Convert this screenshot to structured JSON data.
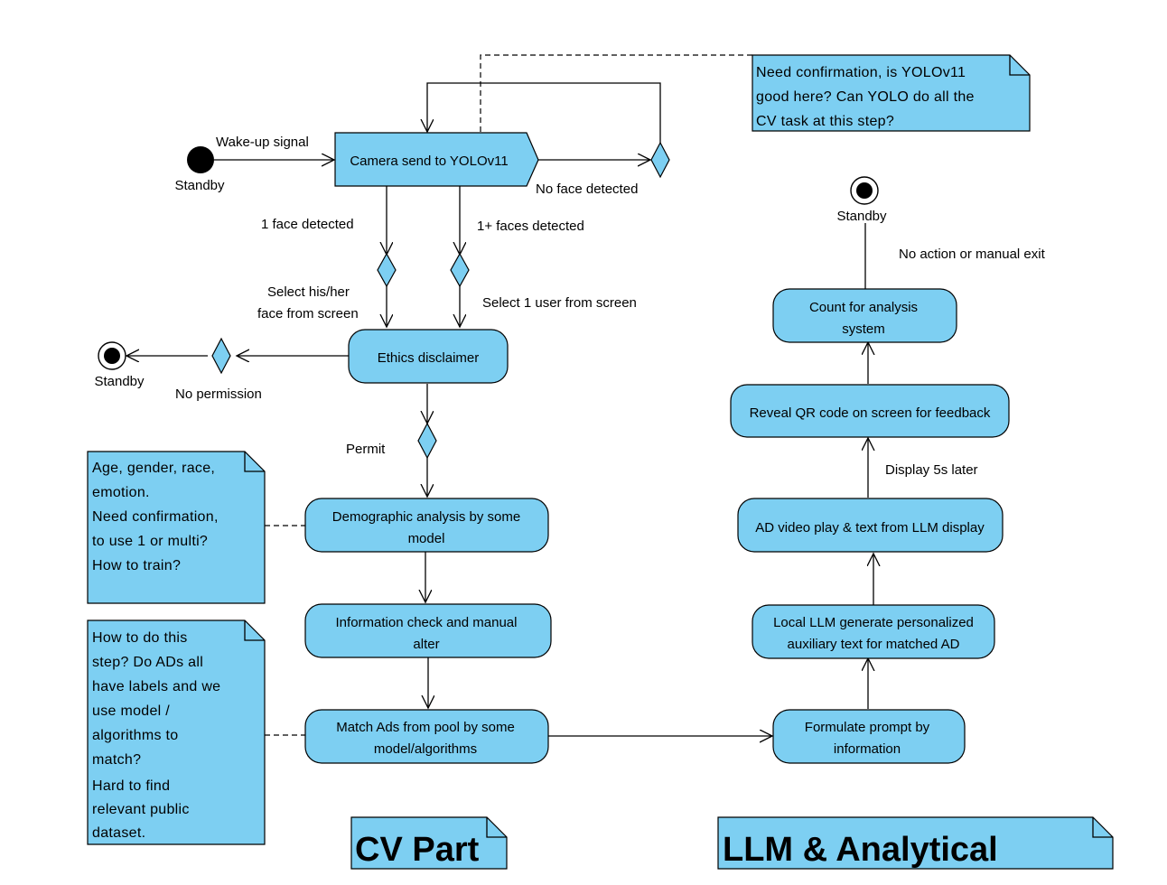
{
  "nodes": {
    "camera": "Camera send to YOLOv11",
    "ethics": "Ethics disclaimer",
    "demographic": [
      "Demographic analysis by some",
      "model"
    ],
    "info_check": [
      "Information check and manual",
      "alter"
    ],
    "match_ads": [
      "Match Ads from pool by some",
      "model/algorithms"
    ],
    "formulate": [
      "Formulate prompt by",
      "information"
    ],
    "local_llm": [
      "Local LLM generate personalized",
      "auxiliary text for matched AD"
    ],
    "ad_video": "AD video play & text from LLM display",
    "reveal_qr": "Reveal QR code on screen for feedback",
    "count": [
      "Count for analysis",
      "system"
    ]
  },
  "endpoints": {
    "start_label": "Standby",
    "left_end_label": "Standby",
    "right_end_label": "Standby"
  },
  "edge_labels": {
    "wake_up": "Wake-up signal",
    "no_face": "No face detected",
    "one_face": "1 face detected",
    "multi_faces": "1+ faces detected",
    "select_self": [
      "Select his/her",
      "face from screen"
    ],
    "select_one": "Select 1 user from screen",
    "no_permission": "No permission",
    "permit": "Permit",
    "display_later": "Display 5s later",
    "no_action": "No action or manual exit"
  },
  "notes": {
    "yolo": [
      "Need confirmation, is YOLOv11",
      "good here? Can YOLO do all the",
      "CV task at this step?"
    ],
    "demographic": [
      "Age, gender, race,",
      "emotion.",
      "Need confirmation,",
      "to use 1 or multi?",
      "How to train?"
    ],
    "match": [
      "How to do this",
      "step? Do ADs all",
      "have labels and we",
      "use model /",
      "algorithms to",
      "match?",
      "Hard to find",
      "relevant public",
      "dataset."
    ],
    "cv_part": "CV Part",
    "llm_part": "LLM & Analytical"
  },
  "colors": {
    "node_fill": "#7dcff2",
    "stroke": "#000000"
  }
}
